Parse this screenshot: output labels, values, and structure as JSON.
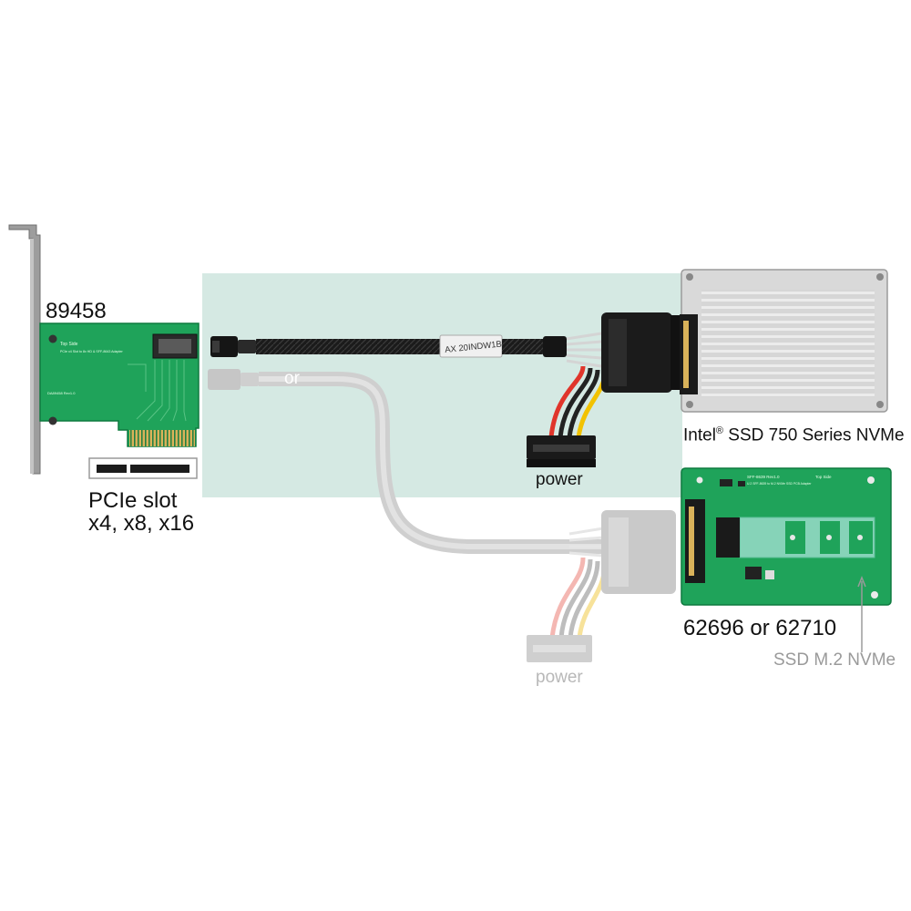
{
  "labels": {
    "adapter_card_number": "89458",
    "pcie_slot_line1": "PCIe slot",
    "pcie_slot_line2": "x4, x8, x16",
    "cable_print": "AX 20INDW1B",
    "or_label": "or",
    "power_top": "power",
    "power_bottom": "power",
    "ssd_top_prefix": "Intel",
    "ssd_top_reg": "®",
    "ssd_top_suffix": " SSD 750 Series NVMe",
    "adapter_bottom_numbers": "62696 or 62710",
    "ssd_bottom": "SSD M.2 NVMe"
  },
  "pcb_silkscreen": {
    "top_side": "Top Side",
    "card_line": "PCIe x4 Slot to 8x HD & SFF-8643 Adapter",
    "card_rev": "DA89458 Rev1.0",
    "m2_top_side": "Top Side",
    "m2_title": "SFF-8639 Rev1.0",
    "m2_line": "U.2 SFF-8639 to M.2 NVMe SSD PCB Adapter"
  },
  "colors": {
    "highlight_panel": "#d5e9e3",
    "pcb_green": "#1fa35a",
    "pcb_dark": "#0d7a3e",
    "gold_finger": "#d9b25a",
    "cable_black": "#1e1e1e",
    "cable_grey": "#c8c8c8",
    "ssd_silver": "#d9d9d9",
    "wire_red": "#e0352b",
    "wire_yellow": "#f2c200",
    "wire_black": "#222222"
  }
}
